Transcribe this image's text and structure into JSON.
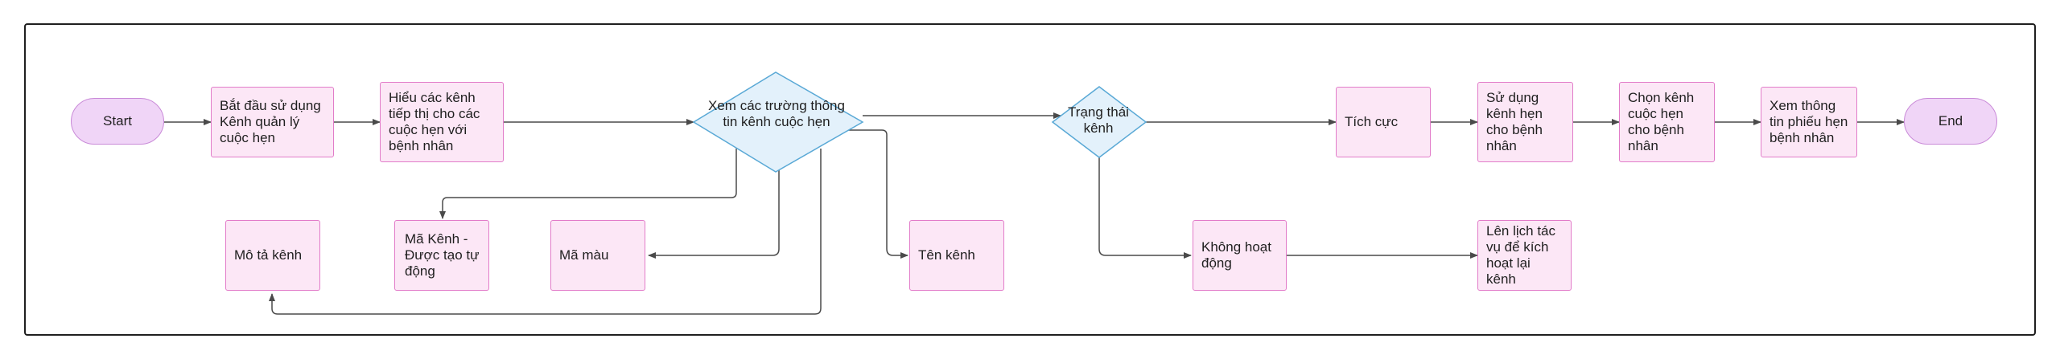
{
  "nodes": {
    "start": "Start",
    "end": "End",
    "begin_using": "Bắt đầu sử dụng Kênh quản lý cuộc hẹn",
    "understand_channels": "Hiểu các kênh tiếp thị cho các cuộc hẹn với bệnh nhân",
    "view_fields": "Xem các trường thông tin kênh cuộc hẹn",
    "channel_status": "Trạng thái kênh",
    "active": "Tích cực",
    "use_channel": "Sử dụng kênh hẹn cho bệnh nhân",
    "choose_channel": "Chọn kênh cuộc hẹn cho bệnh nhân",
    "view_ticket": "Xem thông tin phiếu hẹn bệnh nhân",
    "channel_description": "Mô tả kênh",
    "channel_code": "Mã Kênh - Được tạo tự động",
    "color_code": "Mã màu",
    "channel_name": "Tên kênh",
    "inactive": "Không hoạt động",
    "schedule_reactivate": "Lên lịch tác vụ để kích hoạt lại kênh"
  },
  "colors": {
    "process_fill": "#fce7f6",
    "process_border": "#e27cc9",
    "terminal_fill": "#f0d5f7",
    "decision_fill": "#e3f1fb",
    "decision_border": "#5aa9d6",
    "edge": "#4a4a4a"
  }
}
